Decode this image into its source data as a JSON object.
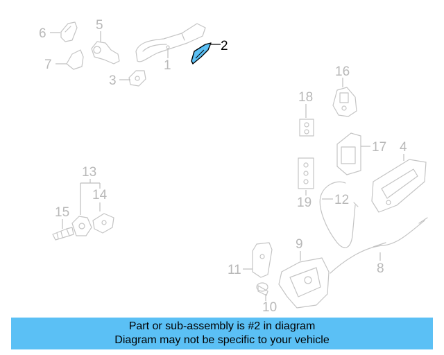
{
  "diagram": {
    "callouts": {
      "c1": "1",
      "c2": "2",
      "c3": "3",
      "c4": "4",
      "c5": "5",
      "c6": "6",
      "c7": "7",
      "c8": "8",
      "c9": "9",
      "c10": "10",
      "c11": "11",
      "c12": "12",
      "c13": "13",
      "c14": "14",
      "c15": "15",
      "c16": "16",
      "c17": "17",
      "c18": "18",
      "c19": "19"
    },
    "highlighted_part": "2",
    "highlight_color": "#5bc0f5"
  },
  "banner": {
    "line1": "Part or sub-assembly is #2 in diagram",
    "line2": "Diagram may not be specific to your vehicle",
    "background": "#5bc0f5"
  }
}
